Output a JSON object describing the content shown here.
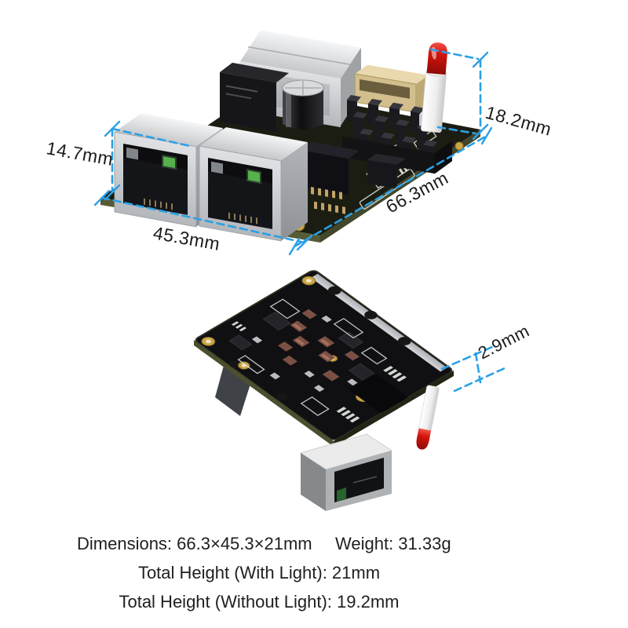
{
  "colors": {
    "background": "#ffffff",
    "dimension_line": "#2aa0e6",
    "dimension_text": "#1b1b1d",
    "spec_text": "#202022",
    "led_red": "#d2150e",
    "pcb_black": "#101013",
    "pcb_edge_olive": "#4b4f30",
    "metal_silver": "#d4d6d8",
    "rj45_led_green": "#56b04c",
    "connector_cream": "#d2bf8d",
    "gold_pad": "#caa544"
  },
  "top_view": {
    "dims": {
      "height": "14.7mm",
      "width": "45.3mm",
      "length": "66.3mm",
      "overall_height": "18.2mm"
    }
  },
  "bottom_view": {
    "dims": {
      "thickness": "2.9mm"
    }
  },
  "specs": {
    "dimensions": "Dimensions: 66.3×45.3×21mm",
    "weight": "Weight: 31.33g",
    "height_with_light": "Total Height (With Light): 21mm",
    "height_without_light": "Total Height (Without Light): 19.2mm"
  }
}
